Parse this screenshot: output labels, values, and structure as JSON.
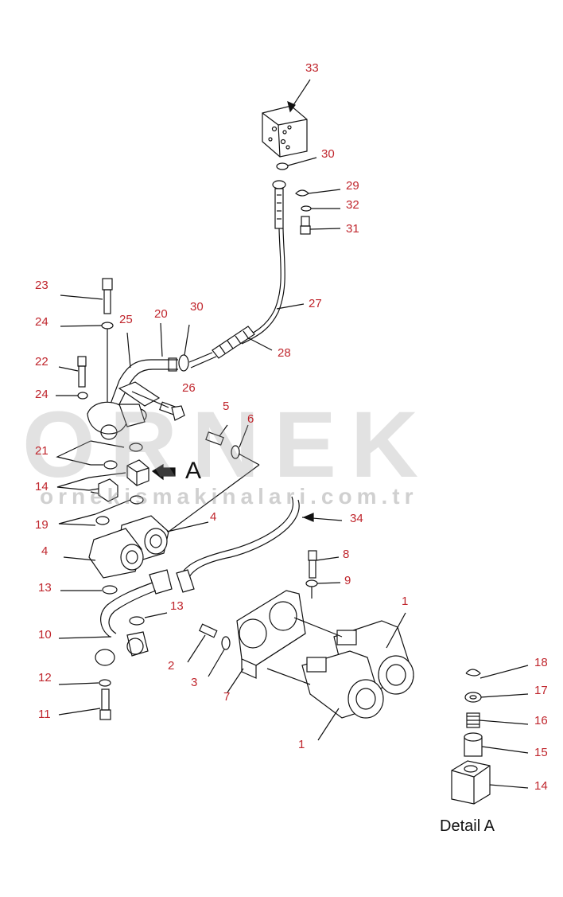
{
  "watermark": {
    "brand": "ORNEK",
    "url": "ornekismakinalari.com.tr"
  },
  "detail_caption": "Detail A",
  "view_marker": "A",
  "colors": {
    "callout": "#c0262d",
    "line": "#111111",
    "watermark": "#a0a0a0"
  },
  "callouts": [
    {
      "id": "c33",
      "text": "33"
    },
    {
      "id": "c30a",
      "text": "30"
    },
    {
      "id": "c29",
      "text": "29"
    },
    {
      "id": "c32",
      "text": "32"
    },
    {
      "id": "c31",
      "text": "31"
    },
    {
      "id": "c27",
      "text": "27"
    },
    {
      "id": "c23",
      "text": "23"
    },
    {
      "id": "c24a",
      "text": "24"
    },
    {
      "id": "c25",
      "text": "25"
    },
    {
      "id": "c20",
      "text": "20"
    },
    {
      "id": "c30b",
      "text": "30"
    },
    {
      "id": "c28",
      "text": "28"
    },
    {
      "id": "c22",
      "text": "22"
    },
    {
      "id": "c24b",
      "text": "24"
    },
    {
      "id": "c26",
      "text": "26"
    },
    {
      "id": "c5",
      "text": "5"
    },
    {
      "id": "c6",
      "text": "6"
    },
    {
      "id": "c21",
      "text": "21"
    },
    {
      "id": "c14a",
      "text": "14"
    },
    {
      "id": "c19",
      "text": "19"
    },
    {
      "id": "c4a",
      "text": "4"
    },
    {
      "id": "c34",
      "text": "34"
    },
    {
      "id": "c4b",
      "text": "4"
    },
    {
      "id": "c8",
      "text": "8"
    },
    {
      "id": "c9",
      "text": "9"
    },
    {
      "id": "c13a",
      "text": "13"
    },
    {
      "id": "c13b",
      "text": "13"
    },
    {
      "id": "c1a",
      "text": "1"
    },
    {
      "id": "c10",
      "text": "10"
    },
    {
      "id": "c2",
      "text": "2"
    },
    {
      "id": "c3",
      "text": "3"
    },
    {
      "id": "c7",
      "text": "7"
    },
    {
      "id": "c12",
      "text": "12"
    },
    {
      "id": "c11",
      "text": "11"
    },
    {
      "id": "c1b",
      "text": "1"
    },
    {
      "id": "c18",
      "text": "18"
    },
    {
      "id": "c17",
      "text": "17"
    },
    {
      "id": "c16",
      "text": "16"
    },
    {
      "id": "c15",
      "text": "15"
    },
    {
      "id": "c14b",
      "text": "14"
    }
  ]
}
